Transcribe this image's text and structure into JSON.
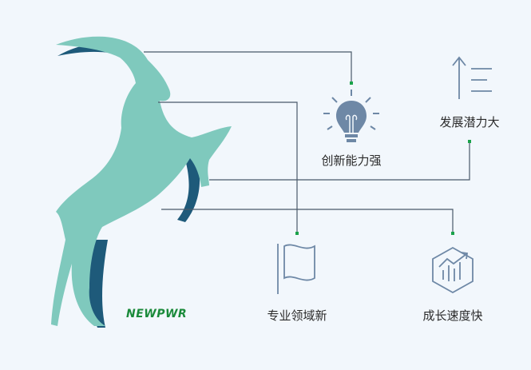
{
  "brand": {
    "logo_text": "NEWPWR",
    "colors": {
      "goat_light": "#7fc9bd",
      "goat_dark": "#1e5a7a",
      "line": "#4a5a6a",
      "accent": "#1aa34a",
      "icon": "#6e88a6"
    }
  },
  "features": [
    {
      "label": "创新能力强",
      "icon": "lightbulb-icon"
    },
    {
      "label": "发展潜力大",
      "icon": "arrow-up-lines-icon"
    },
    {
      "label": "专业领域新",
      "icon": "flag-icon"
    },
    {
      "label": "成长速度快",
      "icon": "growth-chart-cube-icon"
    }
  ]
}
